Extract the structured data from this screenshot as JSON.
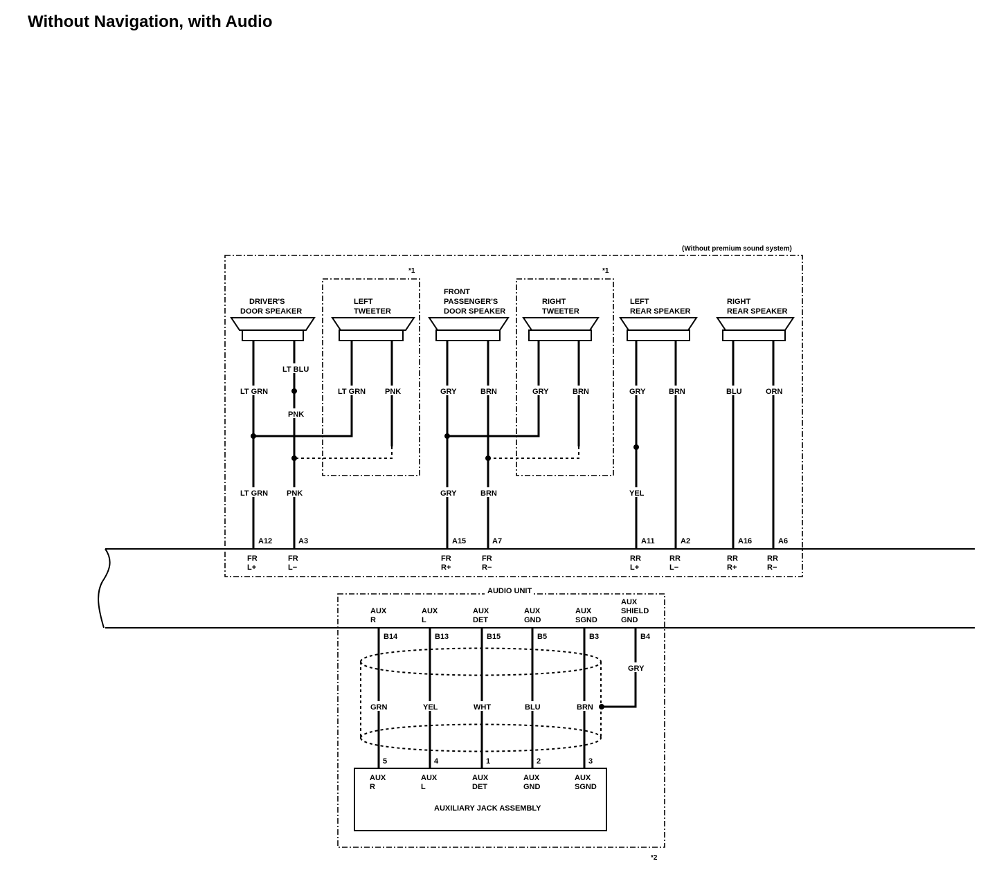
{
  "title": "Without Navigation, with Audio",
  "notes": {
    "premium": "(Without premium sound system)",
    "star1": "*1",
    "star2": "*2"
  },
  "audio_unit": "AUDIO UNIT",
  "aux_jack": "AUXILIARY JACK ASSEMBLY",
  "speakers": [
    {
      "l1": "DRIVER'S",
      "l2": "DOOR SPEAKER"
    },
    {
      "l1": "LEFT",
      "l2": "TWEETER"
    },
    {
      "l1": "FRONT",
      "l2": "PASSENGER'S",
      "l3": "DOOR SPEAKER"
    },
    {
      "l1": "RIGHT",
      "l2": "TWEETER"
    },
    {
      "l1": "LEFT",
      "l2": "REAR SPEAKER"
    },
    {
      "l1": "RIGHT",
      "l2": "REAR SPEAKER"
    }
  ],
  "upper_wires": {
    "drv_plus": "LT GRN",
    "drv_minus": "LT BLU",
    "drv_minus_pnk": "PNK",
    "ltw_plus": "LT GRN",
    "ltw_minus": "PNK",
    "fp_plus": "GRY",
    "fp_minus": "BRN",
    "rtw_plus": "GRY",
    "rtw_minus": "BRN",
    "lr_plus": "GRY",
    "lr_minus": "BRN",
    "rr_plus": "BLU",
    "rr_minus": "ORN"
  },
  "lower_wires": {
    "fr_lp": "LT GRN",
    "fr_lm": "PNK",
    "fr_rp": "GRY",
    "fr_rm": "BRN",
    "rr_lp": "YEL"
  },
  "front_pins": [
    {
      "pin": "A12",
      "l1": "FR",
      "l2": "L+"
    },
    {
      "pin": "A3",
      "l1": "FR",
      "l2": "L−"
    },
    {
      "pin": "A15",
      "l1": "FR",
      "l2": "R+"
    },
    {
      "pin": "A7",
      "l1": "FR",
      "l2": "R−"
    },
    {
      "pin": "A11",
      "l1": "RR",
      "l2": "L+"
    },
    {
      "pin": "A2",
      "l1": "RR",
      "l2": "L−"
    },
    {
      "pin": "A16",
      "l1": "RR",
      "l2": "R+"
    },
    {
      "pin": "A6",
      "l1": "RR",
      "l2": "R−"
    }
  ],
  "aux_pins": [
    {
      "l1": "AUX",
      "l2": "R",
      "pin": "B14",
      "wire": "GRN",
      "jpin": "5",
      "j1": "AUX",
      "j2": "R"
    },
    {
      "l1": "AUX",
      "l2": "L",
      "pin": "B13",
      "wire": "YEL",
      "jpin": "4",
      "j1": "AUX",
      "j2": "L"
    },
    {
      "l1": "AUX",
      "l2": "DET",
      "pin": "B15",
      "wire": "WHT",
      "jpin": "1",
      "j1": "AUX",
      "j2": "DET"
    },
    {
      "l1": "AUX",
      "l2": "GND",
      "pin": "B5",
      "wire": "BLU",
      "jpin": "2",
      "j1": "AUX",
      "j2": "GND"
    },
    {
      "l1": "AUX",
      "l2": "SGND",
      "pin": "B3",
      "wire": "BRN",
      "jpin": "3",
      "j1": "AUX",
      "j2": "SGND"
    }
  ],
  "shield": {
    "l1": "AUX",
    "l2": "SHIELD",
    "l3": "GND",
    "pin": "B4",
    "wire": "GRY"
  }
}
